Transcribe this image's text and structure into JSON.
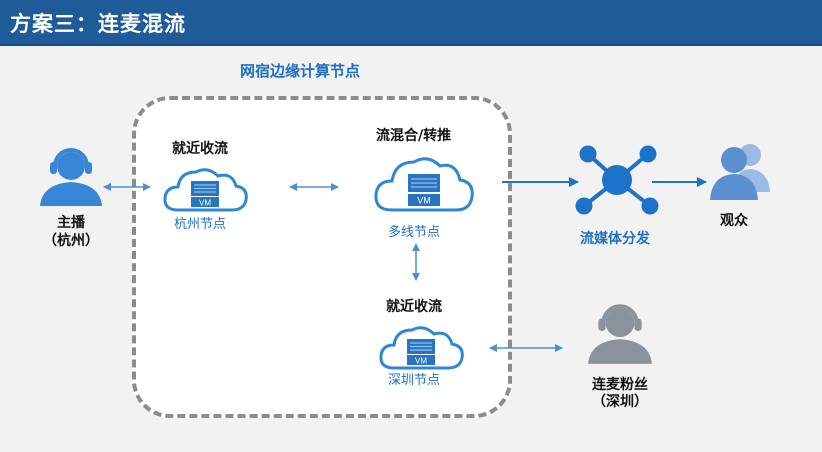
{
  "header": {
    "title": "方案三：连麦混流"
  },
  "edge": {
    "title": "网宿边缘计算节点"
  },
  "nodes": {
    "hangzhou": {
      "caption": "就近收流",
      "label": "杭州节点",
      "vm": "VM"
    },
    "multiline": {
      "caption": "流混合/转推",
      "label": "多线节点",
      "vm": "VM"
    },
    "shenzhen": {
      "caption": "就近收流",
      "label": "深圳节点",
      "vm": "VM"
    }
  },
  "anchor": {
    "line1": "主播",
    "line2": "（杭州）"
  },
  "cohost": {
    "line1": "连麦粉丝",
    "line2": "（深圳）"
  },
  "media": {
    "label": "流媒体分发"
  },
  "audience": {
    "label": "观众"
  },
  "colors": {
    "header_bg": "#1f5a99",
    "accent_blue": "#1e6fc0",
    "person_blue": "#3a86d6",
    "person_gray": "#8a939c",
    "audience_blue": "#5b8fd0"
  },
  "icons": [
    "headset-person-icon",
    "cloud-server-icon",
    "hub-icon",
    "audience-icon"
  ]
}
